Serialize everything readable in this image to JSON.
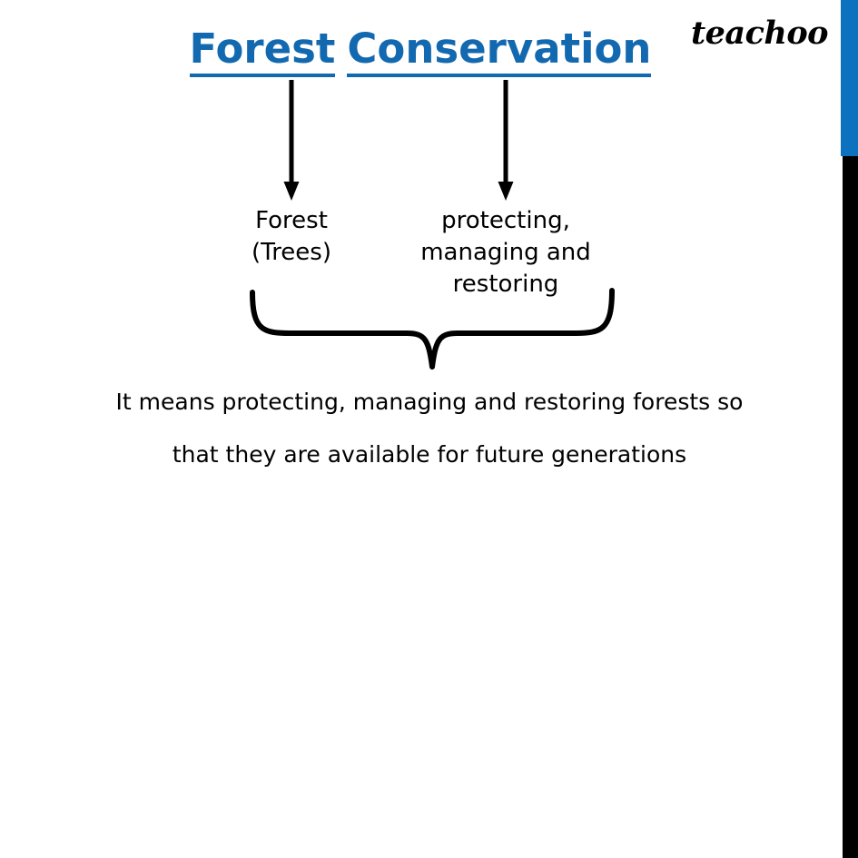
{
  "slide": {
    "background_color": "#ffffff",
    "title": {
      "word1": "Forest",
      "word2": "Conservation",
      "color": "#1269B0",
      "underlined": "true"
    },
    "brand": {
      "logo_text": "teachoo"
    },
    "decoration": {
      "right_bar_blue_color": "#0C71BF",
      "right_bar_black_color": "#000000"
    },
    "breakdown": [
      {
        "source_word": "Forest",
        "meaning": "Forest\n(Trees)",
        "line1": "Forest",
        "line2": "(Trees)"
      },
      {
        "source_word": "Conservation",
        "meaning": "protecting, managing and restoring",
        "line1": "protecting,",
        "line2": "managing and",
        "line3": "restoring"
      }
    ],
    "conclusion": {
      "line1": "It means protecting, managing and restoring forests so",
      "line2": "that they are available for future generations"
    },
    "icons": {
      "arrow_down_left": "arrow-down-icon",
      "arrow_down_right": "arrow-down-icon",
      "brace": "curly-brace-up-icon"
    }
  }
}
